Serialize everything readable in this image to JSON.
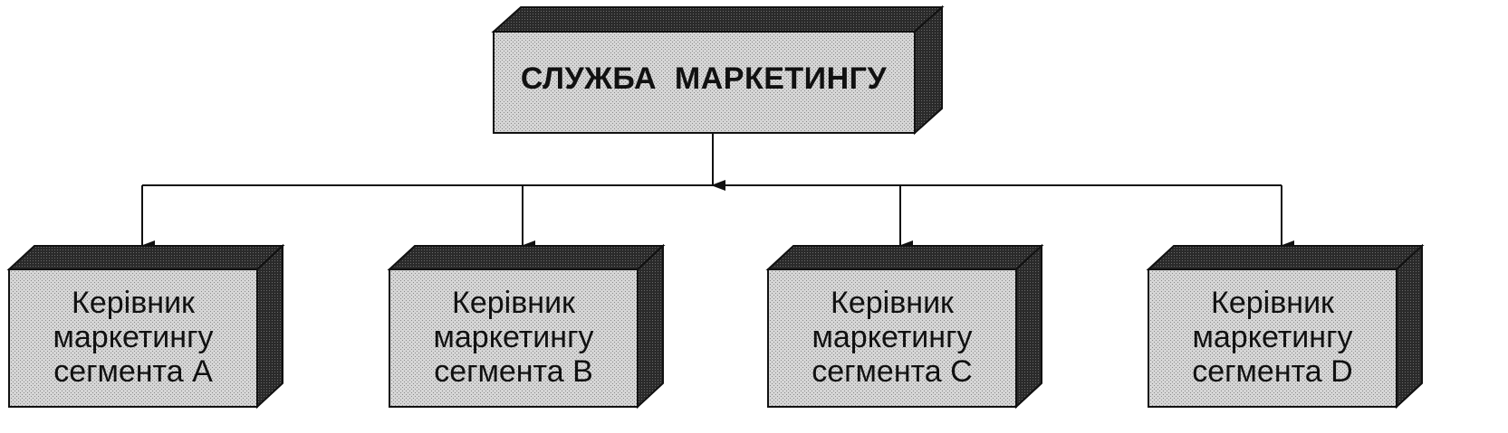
{
  "diagram": {
    "root": {
      "label": "СЛУЖБА  МАРКЕТИНГУ"
    },
    "children": [
      {
        "lines": [
          "Керівник",
          "маркетингу",
          "сегмента A"
        ]
      },
      {
        "lines": [
          "Керівник",
          "маркетингу",
          "сегмента B"
        ]
      },
      {
        "lines": [
          "Керівник",
          "маркетингу",
          "сегмента C"
        ]
      },
      {
        "lines": [
          "Керівник",
          "маркетингу",
          "сегмента D"
        ]
      }
    ]
  },
  "colors": {
    "front": "#cfcfcf",
    "side": "#3a3a3a",
    "top": "#4a4a4a",
    "line": "#111111",
    "text": "#111111"
  }
}
